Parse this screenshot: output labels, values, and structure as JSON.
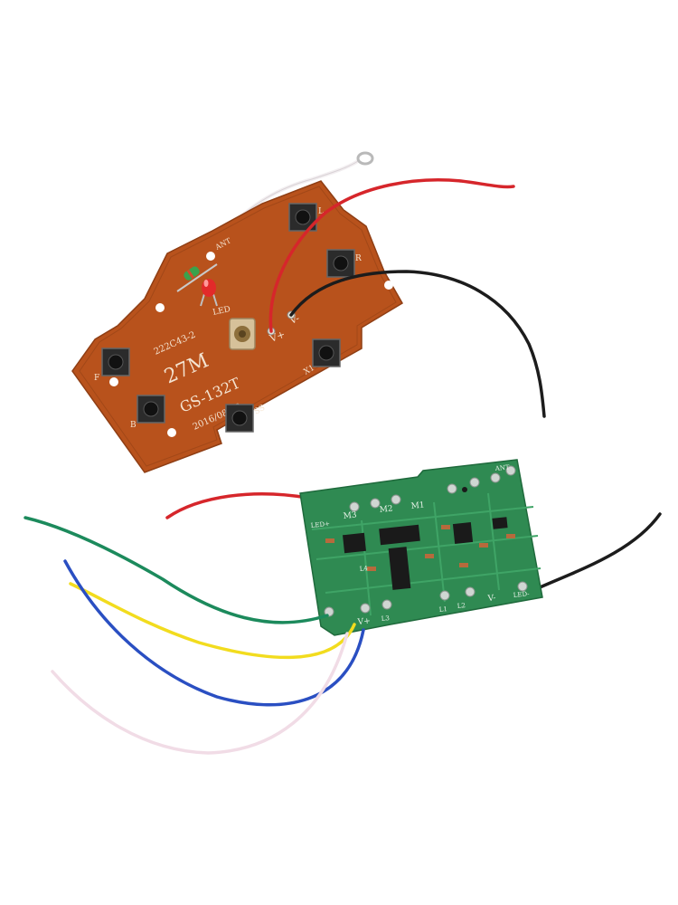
{
  "transmitter": {
    "antenna_label": "ANT",
    "model_code": "222C43-2",
    "frequency": "27M",
    "model": "GS-132T",
    "date": "2016/08/08",
    "led_label": "LED",
    "vplus_label": "V+",
    "vminus_label": "V-",
    "buttons": {
      "f": "F",
      "b": "B",
      "l": "L",
      "r": "R",
      "ss": "SS",
      "x1": "X1"
    }
  },
  "receiver": {
    "m1": "M1",
    "m2": "M2",
    "m3": "M3",
    "led_plus": "LED+",
    "led_minus": "LED-",
    "vplus": "V+",
    "vminus": "V-",
    "l1": "L1",
    "l2": "L2",
    "l3": "L3",
    "l4": "L4",
    "ant": "ANT"
  },
  "colors": {
    "transmitter_pcb": "#b8521c",
    "receiver_pcb": "#2f8a52",
    "wire_red": "#d6262b",
    "wire_black": "#1c1c1c",
    "wire_green": "#1c8a5c",
    "wire_yellow": "#f2dc1e",
    "wire_blue": "#2a4fc2",
    "wire_white": "#f1dce6"
  }
}
